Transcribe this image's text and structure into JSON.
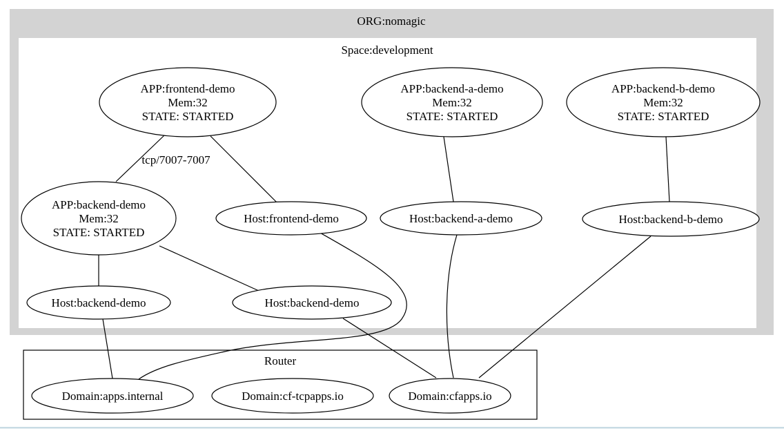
{
  "diagram": {
    "org": {
      "label": "ORG:nomagic"
    },
    "space": {
      "label": "Space:development"
    },
    "router": {
      "label": "Router"
    },
    "edge_label": "tcp/7007-7007",
    "colors": {
      "cluster_fill": "#d3d3d3",
      "node_fill": "#ffffff",
      "edge_stroke": "#000000",
      "bottom_rule": "#c9dce4"
    },
    "nodes": {
      "app_frontend": {
        "lines": [
          "APP:frontend-demo",
          "Mem:32",
          "STATE: STARTED"
        ]
      },
      "app_backend": {
        "lines": [
          "APP:backend-demo",
          "Mem:32",
          "STATE: STARTED"
        ]
      },
      "app_backend_a": {
        "lines": [
          "APP:backend-a-demo",
          "Mem:32",
          "STATE: STARTED"
        ]
      },
      "app_backend_b": {
        "lines": [
          "APP:backend-b-demo",
          "Mem:32",
          "STATE: STARTED"
        ]
      },
      "host_frontend": {
        "label": "Host:frontend-demo"
      },
      "host_backend_1": {
        "label": "Host:backend-demo"
      },
      "host_backend_2": {
        "label": "Host:backend-demo"
      },
      "host_backend_a": {
        "label": "Host:backend-a-demo"
      },
      "host_backend_b": {
        "label": "Host:backend-b-demo"
      },
      "dom_apps_internal": {
        "label": "Domain:apps.internal"
      },
      "dom_cf_tcpapps": {
        "label": "Domain:cf-tcpapps.io"
      },
      "dom_cfapps": {
        "label": "Domain:cfapps.io"
      }
    },
    "edges": [
      {
        "from": "APP:frontend-demo",
        "to": "APP:backend-demo",
        "label": "tcp/7007-7007"
      },
      {
        "from": "APP:frontend-demo",
        "to": "Host:frontend-demo",
        "label": ""
      },
      {
        "from": "APP:backend-demo",
        "to": "Host:backend-demo (left)",
        "label": ""
      },
      {
        "from": "APP:backend-demo",
        "to": "Host:backend-demo (right)",
        "label": ""
      },
      {
        "from": "APP:backend-a-demo",
        "to": "Host:backend-a-demo",
        "label": ""
      },
      {
        "from": "APP:backend-b-demo",
        "to": "Host:backend-b-demo",
        "label": ""
      },
      {
        "from": "Host:backend-demo (left)",
        "to": "Domain:apps.internal",
        "label": ""
      },
      {
        "from": "Host:frontend-demo",
        "to": "Domain:apps.internal",
        "label": ""
      },
      {
        "from": "Host:backend-demo (right)",
        "to": "Domain:cfapps.io",
        "label": ""
      },
      {
        "from": "Host:backend-a-demo",
        "to": "Domain:cfapps.io",
        "label": ""
      },
      {
        "from": "Host:backend-b-demo",
        "to": "Domain:cfapps.io",
        "label": ""
      }
    ]
  }
}
